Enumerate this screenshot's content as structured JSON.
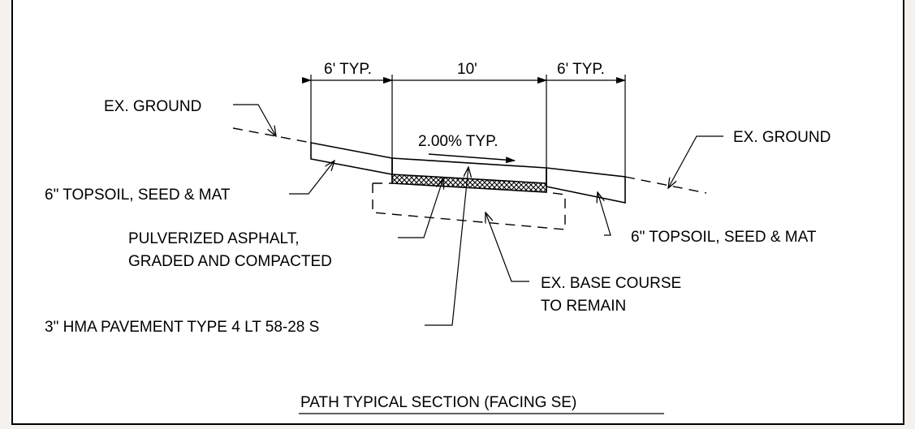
{
  "dimensions": {
    "left_width": "6' TYP.",
    "path_width": "10'",
    "right_width": "6' TYP."
  },
  "slope_label": "2.00% TYP.",
  "labels": {
    "ground_left": "EX. GROUND",
    "ground_right": "EX. GROUND",
    "topsoil_left": "6\" TOPSOIL, SEED & MAT",
    "topsoil_right": "6\" TOPSOIL, SEED & MAT",
    "pulverized_line1": "PULVERIZED ASPHALT,",
    "pulverized_line2": "GRADED AND COMPACTED",
    "base_line1": "EX. BASE COURSE",
    "base_line2": "TO REMAIN",
    "hma": "3\" HMA PAVEMENT TYPE 4 LT 58-28 S"
  },
  "title": "PATH TYPICAL SECTION (FACING SE)",
  "colors": {
    "line": "#000000",
    "sheet": "#ffffff",
    "background": "#f4f1ee"
  }
}
